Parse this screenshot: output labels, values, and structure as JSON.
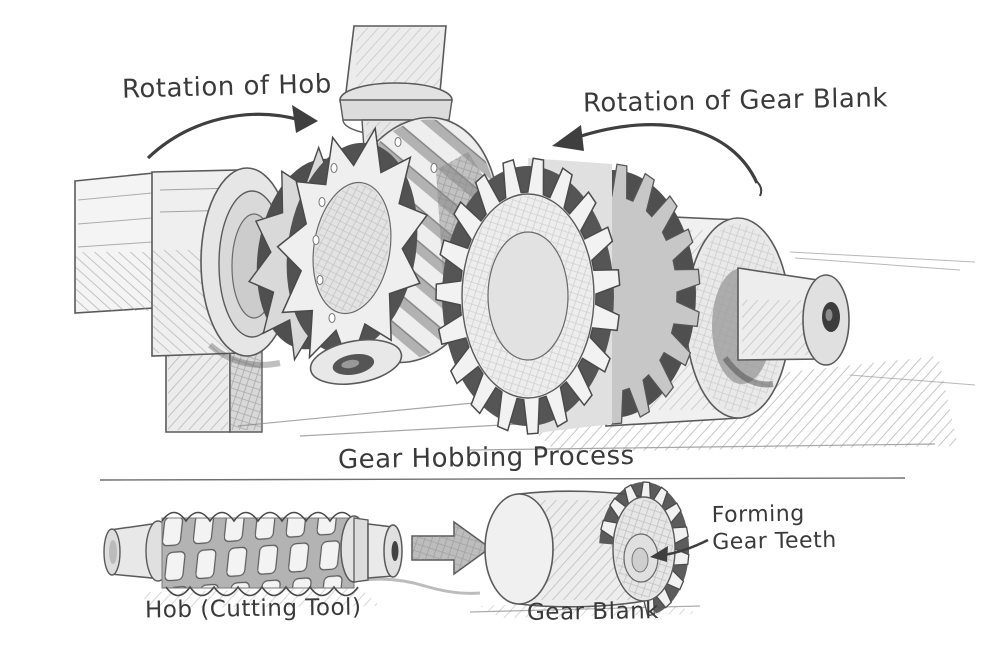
{
  "illustration": {
    "caption": "Gear Hobbing Process",
    "top_labels": {
      "hob_rotation": "Rotation of Hob",
      "blank_rotation": "Rotation of Gear Blank"
    },
    "bottom_labels": {
      "hob_tool": "Hob (Cutting Tool)",
      "gear_blank": "Gear Blank",
      "forming_line1": "Forming",
      "forming_line2": "Gear Teeth"
    },
    "icons": {
      "hob_rotation_arrow": "curved-arrow-right",
      "blank_rotation_arrow": "curved-arrow-left",
      "process_arrow": "block-arrow-right",
      "forming_arrow": "pointer-arrow-left"
    },
    "colors": {
      "ink": "#3a3a3a",
      "pencil_dark": "#4a4a4a",
      "pencil_mid": "#9a9a9a",
      "pencil_light": "#e9e9e9",
      "paper": "#ffffff"
    }
  }
}
